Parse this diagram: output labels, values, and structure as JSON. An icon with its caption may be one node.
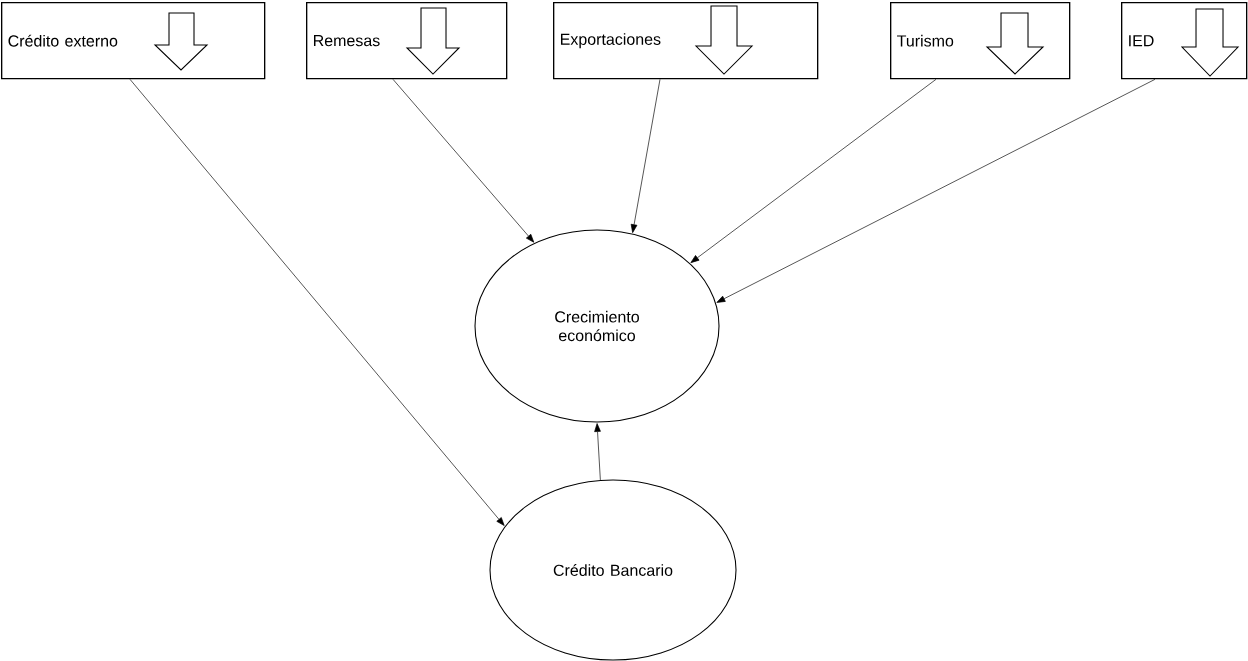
{
  "diagram": {
    "nodes": [
      {
        "text": [
          "Crédito externo"
        ]
      },
      {
        "text": [
          "Remesas"
        ]
      },
      {
        "text": [
          "Exportaciones"
        ]
      },
      {
        "text": [
          "Turismo"
        ]
      },
      {
        "text": [
          "IED"
        ]
      },
      {
        "text": [
          "Crecimiento económico"
        ]
      },
      {
        "text": [
          "Crédito Bancario"
        ]
      }
    ],
    "edges": [
      {
        "from": 0,
        "to": 6,
        "arrow": "to"
      },
      {
        "from": 1,
        "to": 5,
        "arrow": "to"
      },
      {
        "from": 2,
        "to": 5,
        "arrow": "to"
      },
      {
        "from": 3,
        "to": 5,
        "arrow": "to"
      },
      {
        "from": 4,
        "to": 5,
        "arrow": "to"
      },
      {
        "from": 6,
        "to": 5,
        "arrow": "to"
      }
    ]
  }
}
